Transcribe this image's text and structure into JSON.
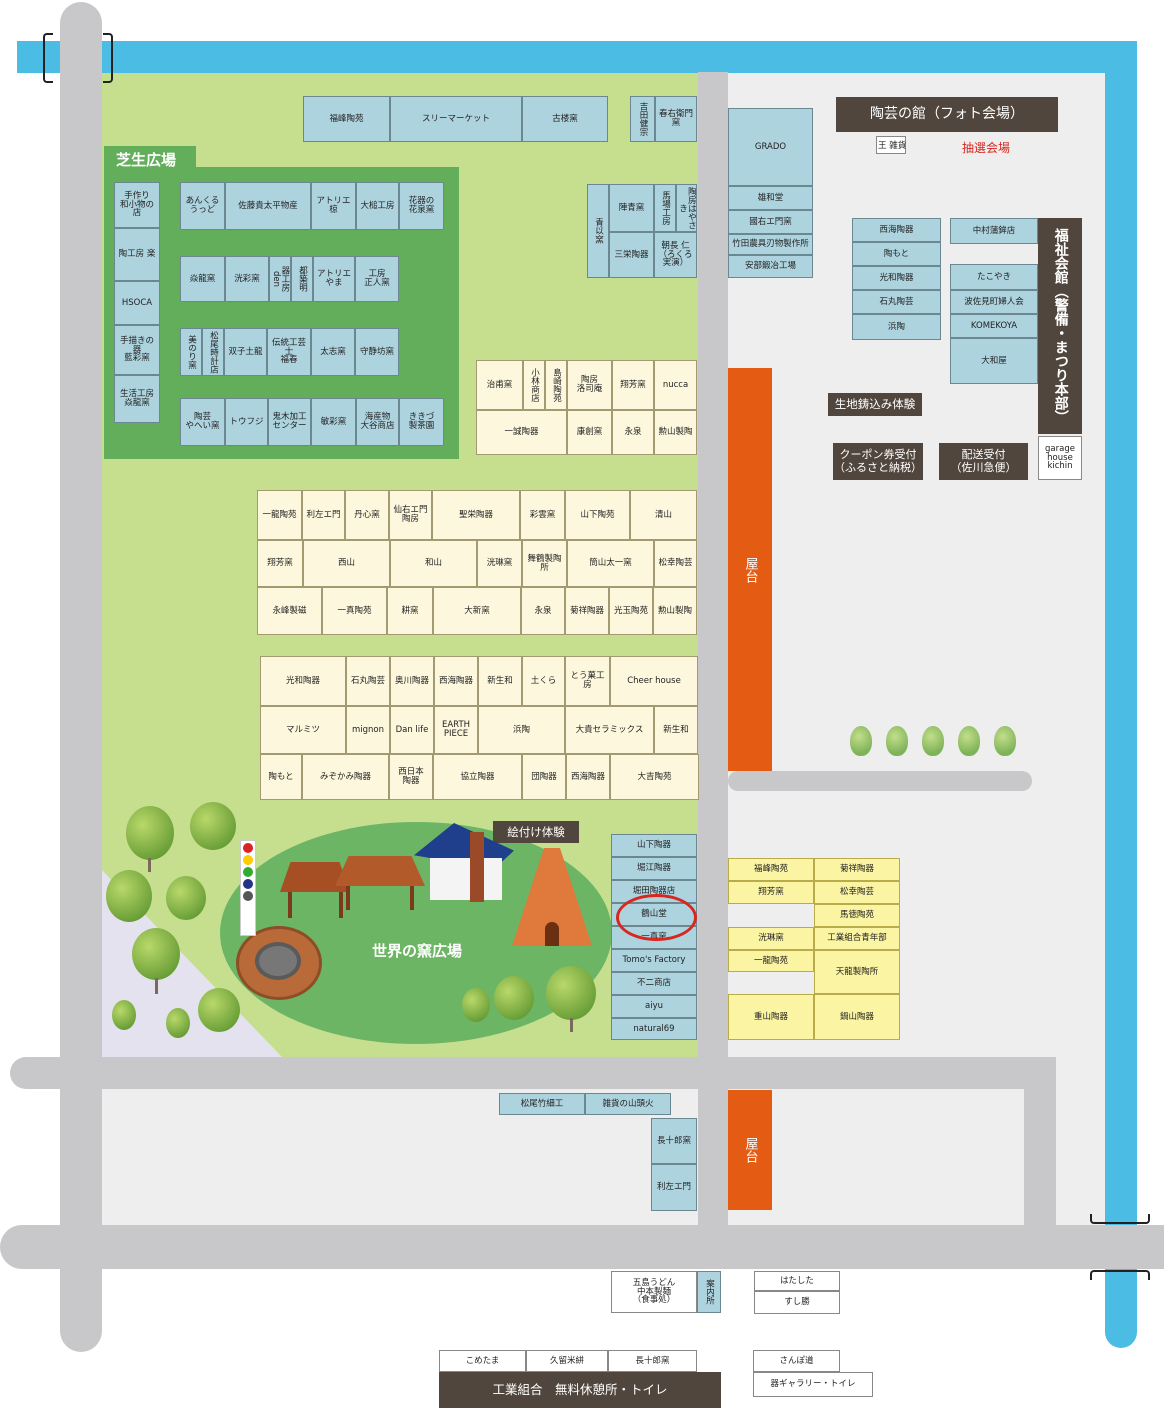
{
  "title_shibafu": "芝生広場",
  "title_kama": "世界の窯広場",
  "etsuke": "絵付け体験",
  "tougei_hall": "陶芸の館（フォト会場）",
  "zakka": "王 雑貨",
  "lottery": "抽選会場",
  "fukushi": "福祉会館（警備・まつり本部）",
  "kiji": "生地鋳込み体験",
  "coupon": "クーポン券受付\n（ふるさと納税）",
  "haiso": "配送受付\n（佐川急便）",
  "garage": "garage\nhouse\nkichin",
  "yatai": "屋台",
  "kumiai": "工業組合　無料休憩所・トイレ",
  "annai": "案内所",
  "colors": {
    "green": "#c6df8f",
    "darkgreen": "#63ae5a",
    "road": "#c8c8ca",
    "river": "#4bbde5",
    "orange": "#e45b14",
    "circle": "#d7281f",
    "dark": "#51463d"
  },
  "stalls": {
    "topRow": [
      "福峰陶苑",
      "スリーマーケット",
      "古楼窯",
      "吉田健宗",
      "春右衛門窯"
    ],
    "leftCol": [
      "手作り\n和小物の店",
      "陶工房 楽",
      "HSOCA",
      "手描きの器\n藍彩窯",
      "生活工房\n焱龍窯"
    ],
    "g1": [
      "あんくる\nうっど",
      "佐藤貴太平物産",
      "アトリエ椋",
      "大槌工房",
      "花器の\n花泉窯"
    ],
    "g2": [
      "焱龍窯",
      "洸彩窯",
      "器工房 den",
      "都築明",
      "アトリエ\nやま",
      "工房\n正人窯"
    ],
    "g3": [
      "美のり窯",
      "松尾時計店",
      "双子土龍",
      "伝統工芸士\n福春",
      "太志窯",
      "守静坊窯"
    ],
    "g4": [
      "陶芸\nやへい窯",
      "トウフジ",
      "鬼木加工\nセンター",
      "敏彩窯",
      "海産物\n大谷商店",
      "ききづ\n製茶園"
    ],
    "grado": [
      "GRADO",
      "雄和堂",
      "國右エ門窯",
      "竹田農具刃物製作所",
      "安部鍛冶工場"
    ],
    "cluster": [
      "青以窯",
      "陣青窯",
      "馬場工房",
      "陶房はやさき",
      "三栄陶器",
      "朝長 仁\n（ろくろ実演）"
    ],
    "hamaCol": [
      "西海陶器",
      "陶もと",
      "光和陶器",
      "石丸陶芸",
      "浜陶"
    ],
    "nakaCol": [
      "中村蒲鉾店",
      "たこやき",
      "波佐見町婦人会",
      "KOMEKOYA",
      "大和屋"
    ],
    "mid1": [
      "治甫窯",
      "小林商店",
      "島崎陶苑",
      "陶房\n洛司庵",
      "翔芳窯",
      "nucca",
      "一誠陶器",
      "康創窯",
      "永泉",
      "勲山製陶"
    ],
    "cr1r1": [
      "一龍陶苑",
      "利左エ門",
      "丹心窯",
      "仙右エ門\n陶房",
      "聖栄陶器",
      "彩雲窯",
      "山下陶苑",
      "清山"
    ],
    "cr1r2": [
      "翔芳窯",
      "西山",
      "和山",
      "洸琳窯",
      "舞鶴製陶所",
      "筒山太一窯",
      "松幸陶芸"
    ],
    "cr1r3": [
      "永峰製磁",
      "一真陶苑",
      "耕窯",
      "大新窯",
      "永泉",
      "菊祥陶器",
      "光玉陶苑",
      "勲山製陶"
    ],
    "cr2r1": [
      "光和陶器",
      "石丸陶芸",
      "奥川陶器",
      "西海陶器",
      "新生和",
      "土くら",
      "とう菓工房",
      "Cheer house"
    ],
    "cr2r2": [
      "マルミツ",
      "mignon",
      "Dan life",
      "EARTH\nPIECE",
      "浜陶",
      "大貴セラミックス",
      "新生和"
    ],
    "cr2r3": [
      "陶もと",
      "みぞかみ陶器",
      "西日本\n陶器",
      "協立陶器",
      "団陶器",
      "西海陶器",
      "大吉陶苑"
    ],
    "kamaCol": [
      "山下陶器",
      "堀江陶器",
      "堀田陶器店",
      "鶴山堂",
      "一真窯",
      "Tomo's Factory",
      "不二商店",
      "aiyu",
      "natural69"
    ],
    "yellow": [
      "福峰陶苑",
      "菊祥陶器",
      "翔芳窯",
      "松幸陶芸",
      "馬徳陶苑",
      "洸琳窯",
      "工業組合青年部",
      "一龍陶苑",
      "天龍製陶所",
      "重山陶器",
      "鍋山陶器"
    ],
    "lower": [
      "松尾竹細工",
      "雑貨の山頭火",
      "長十郎窯",
      "利左エ門"
    ],
    "bottom": [
      "五島うどん\n中本製麺\n（食事処）",
      "はたした",
      "すし勝",
      "こめたま",
      "久留米絣",
      "長十郎窯",
      "さんぽ道",
      "器ギャラリー・トイレ"
    ]
  }
}
